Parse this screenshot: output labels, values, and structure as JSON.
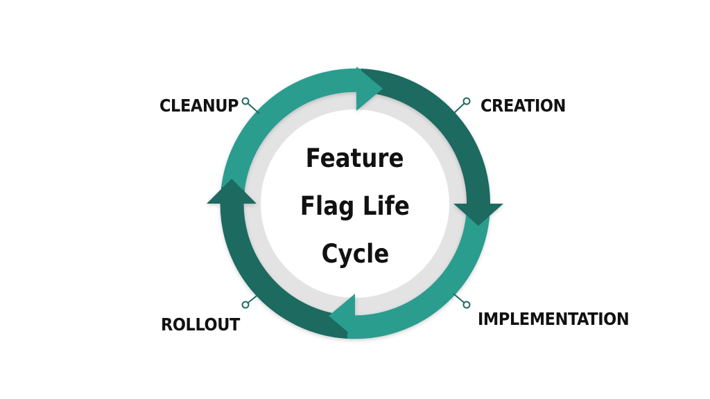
{
  "center": {
    "line1": "Feature",
    "line2": "Flag Life",
    "line3": "Cycle"
  },
  "stages": {
    "creation": "CREATION",
    "implementation": "IMPLEMENTATION",
    "rollout": "ROLLOUT",
    "cleanup": "CLEANUP"
  },
  "colors": {
    "teal_light": "#2a9d8f",
    "teal_dark": "#1d6b61",
    "ring_grey": "#e3e3e3",
    "inner_white": "#ffffff",
    "text": "#111111"
  }
}
